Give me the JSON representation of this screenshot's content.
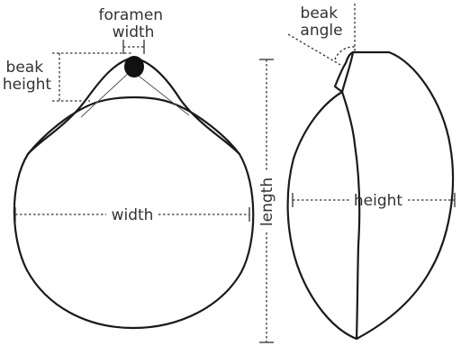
{
  "figure": {
    "dorsal_view": {
      "foramen_width_label": [
        "foramen",
        "width"
      ],
      "beak_height_label": [
        "beak",
        "height"
      ],
      "width_label": "width"
    },
    "lateral_view": {
      "beak_angle_label": [
        "beak",
        "angle"
      ],
      "height_label": "height",
      "length_label": "length"
    }
  },
  "colors": {
    "outline": "#1a1a1a",
    "text": "#333333",
    "foramen": "#111111"
  }
}
